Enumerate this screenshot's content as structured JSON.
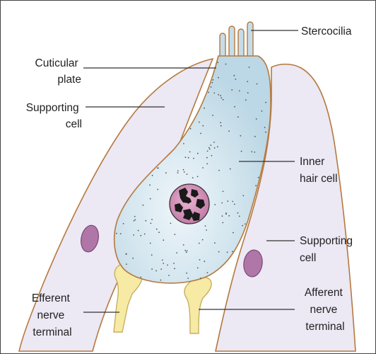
{
  "labels": {
    "stereocilia": "Stercocilia",
    "cuticular_plate": [
      "Cuticular",
      "plate"
    ],
    "supporting_cell_left": [
      "Supporting",
      "cell"
    ],
    "inner_hair_cell": [
      "Inner",
      "hair cell"
    ],
    "supporting_cell_right": [
      "Supporting",
      "cell"
    ],
    "efferent_nerve": [
      "Efferent",
      "nerve",
      "terminal"
    ],
    "afferent_nerve": [
      "Afferent",
      "nerve",
      "terminal"
    ]
  },
  "colors": {
    "outline": "#b5793e",
    "supporting_cell_fill": "#ece8f4",
    "hair_cell_fill": "#c6dde9",
    "hair_cell_highlight": "#eef5f9",
    "nucleus_fill": "#cf92b6",
    "chromatin": "#1a1a1a",
    "small_nucleus_fill": "#b076a8",
    "nerve_fill": "#f6eaa4",
    "nerve_outline": "#c8b060",
    "leader_line": "#333333",
    "frame": "#444444"
  }
}
